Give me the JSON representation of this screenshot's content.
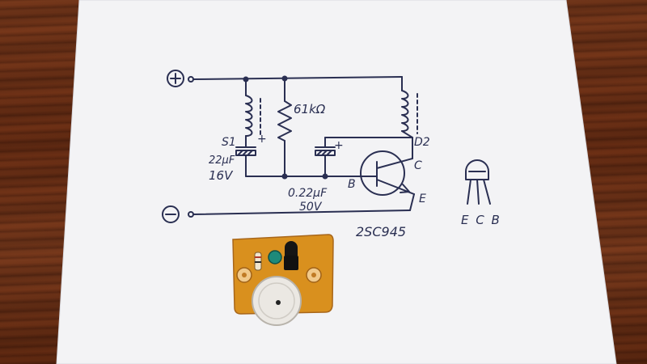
{
  "labels": {
    "plus_terminal": "+",
    "minus_terminal": "−",
    "resistor": "61kΩ",
    "coil_s1": "S1",
    "coil_d2": "D2",
    "cap1_value": "22µF",
    "cap1_voltage": "16V",
    "cap1_polarity": "+",
    "cap2_value": "0.22µF",
    "cap2_voltage": "50V",
    "cap2_polarity": "+",
    "pin_b": "B",
    "pin_c": "C",
    "pin_e": "E",
    "transistor_part": "2SC945",
    "pinout": "E C B"
  },
  "colors": {
    "paper": "#f4f4f6",
    "ink": "#2a2f52",
    "pcb": "#d9901e",
    "wood": "#6e3218"
  }
}
